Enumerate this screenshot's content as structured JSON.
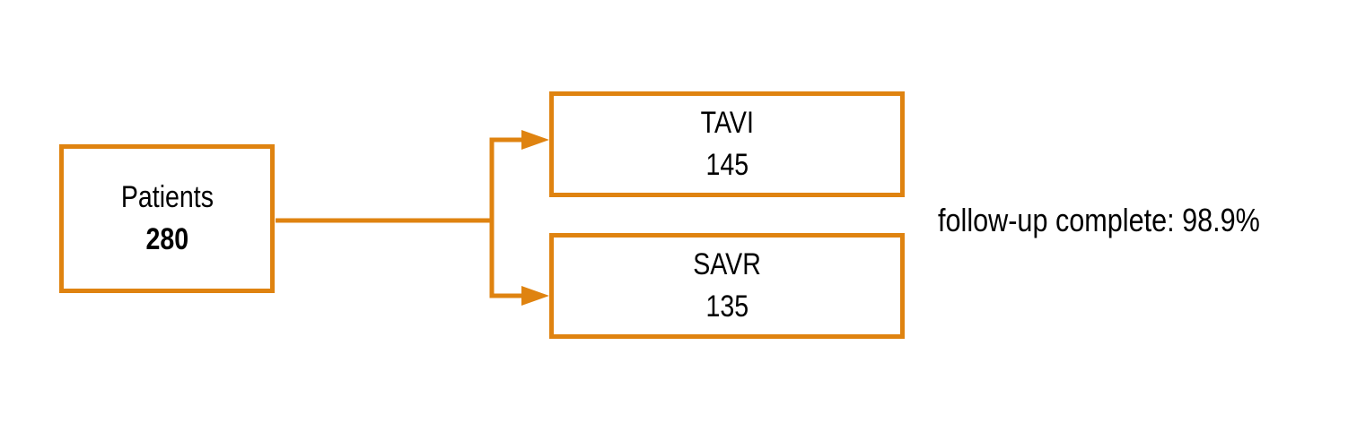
{
  "colors": {
    "accent": "#DF8310",
    "text": "#000000",
    "background": "#FFFFFF"
  },
  "diagram": {
    "root_box": {
      "label": "Patients",
      "value": "280"
    },
    "branch_boxes": [
      {
        "label": "TAVI",
        "value": "145"
      },
      {
        "label": "SAVR",
        "value": "135"
      }
    ],
    "annotation": {
      "text": "follow-up complete: 98.9%"
    }
  }
}
